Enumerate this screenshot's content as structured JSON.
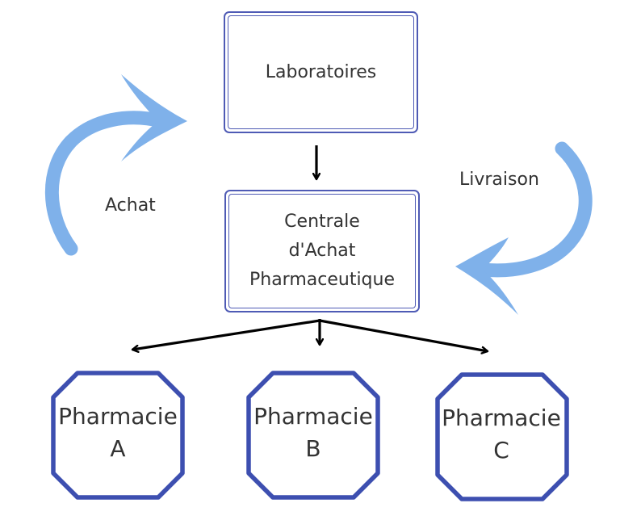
{
  "nodes": {
    "laboratoires": "Laboratoires",
    "centrale": [
      "Centrale",
      "d'Achat",
      "Pharmaceutique"
    ],
    "pharmacie_a": [
      "Pharmacie",
      "A"
    ],
    "pharmacie_b": [
      "Pharmacie",
      "B"
    ],
    "pharmacie_c": [
      "Pharmacie",
      "C"
    ]
  },
  "edges": {
    "achat_label": "Achat",
    "livraison_label": "Livraison"
  },
  "colors": {
    "box_border": "#4f5bb5",
    "octagon_border": "#3d4fb0",
    "curved_arrow": "#7fb1ea",
    "connector": "#000000",
    "text": "#333333"
  },
  "icons": {
    "curved_arrow_left": "curved-arrow-icon",
    "curved_arrow_right": "curved-arrow-icon"
  }
}
